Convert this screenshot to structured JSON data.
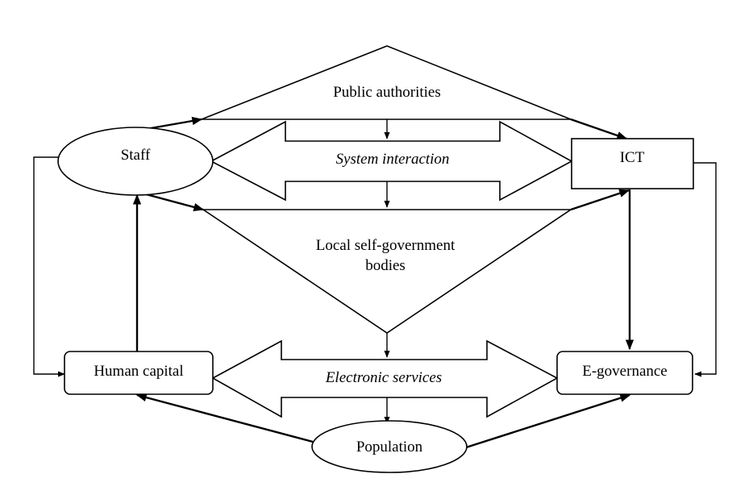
{
  "nodes": {
    "public_authorities": "Public authorities",
    "system_interaction": "System interaction",
    "staff": "Staff",
    "ict": "ICT",
    "local_self_government_line1": "Local self-government",
    "local_self_government_line2": "bodies",
    "human_capital": "Human capital",
    "electronic_services": "Electronic services",
    "e_governance": "E-governance",
    "population": "Population"
  }
}
